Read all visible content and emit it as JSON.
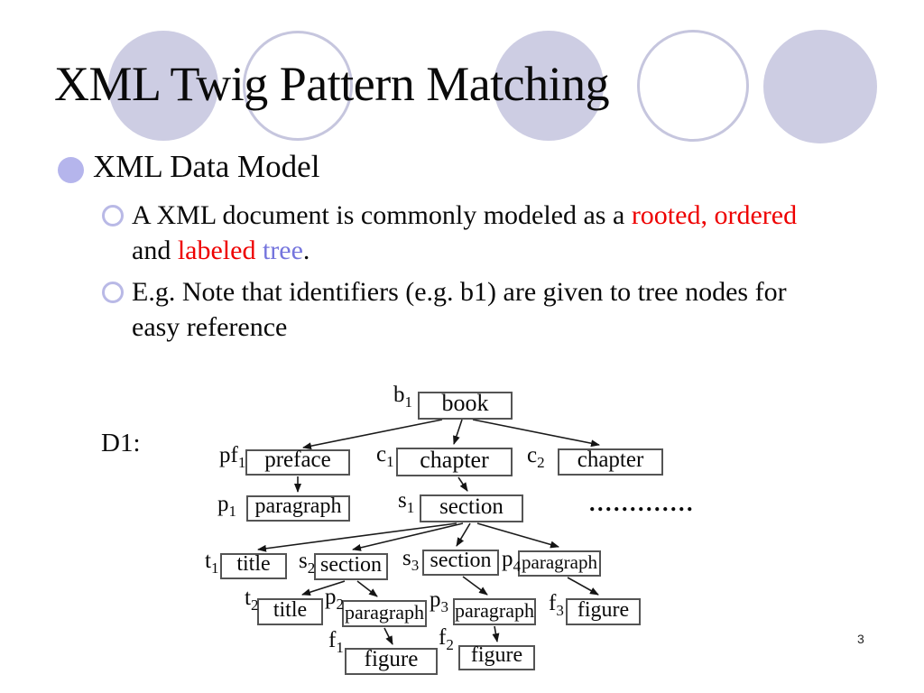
{
  "slide": {
    "title": "XML Twig Pattern Matching",
    "page_number": "3"
  },
  "colors": {
    "accent_fill": "#cdcde3",
    "accent_outline": "#c6c6de",
    "bullet_fill": "#b5b5ec",
    "bullet_outline": "#b9b9e6",
    "red": "#ee0000",
    "blue": "#7575dd"
  },
  "bullets": {
    "heading": "XML Data Model",
    "item1": {
      "seg1": "A XML document is commonly modeled as a ",
      "seg2_red": "rooted,",
      "seg3": " ",
      "seg4_red": "ordered",
      "seg5": "and ",
      "seg6_red": "labeled",
      "seg7": " ",
      "seg8_blue": "tree",
      "seg9": "."
    },
    "item2": {
      "line1": "E.g. Note that identifiers (e.g. b1) are given to tree nodes for",
      "line2": "easy reference"
    }
  },
  "diagram": {
    "doc_label": "D1:",
    "ellipsis": ".............",
    "nodes": {
      "b1": {
        "id": "b",
        "sub": "1",
        "tag": "book"
      },
      "pf1": {
        "id": "pf",
        "sub": "1",
        "tag": "preface"
      },
      "c1": {
        "id": "c",
        "sub": "1",
        "tag": "chapter"
      },
      "c2": {
        "id": "c",
        "sub": "2",
        "tag": "chapter"
      },
      "p1": {
        "id": "p",
        "sub": "1",
        "tag": "paragraph"
      },
      "s1": {
        "id": "s",
        "sub": "1",
        "tag": "section"
      },
      "t1": {
        "id": "t",
        "sub": "1",
        "tag": "title"
      },
      "s2": {
        "id": "s",
        "sub": "2",
        "tag": "section"
      },
      "s3": {
        "id": "s",
        "sub": "3",
        "tag": "section"
      },
      "p4": {
        "id": "p",
        "sub": "4",
        "tag": "paragraph"
      },
      "t2": {
        "id": "t",
        "sub": "2",
        "tag": "title"
      },
      "p2": {
        "id": "p",
        "sub": "2",
        "tag": "paragraph"
      },
      "p3": {
        "id": "p",
        "sub": "3",
        "tag": "paragraph"
      },
      "f3": {
        "id": "f",
        "sub": "3",
        "tag": "figure"
      },
      "f1": {
        "id": "f",
        "sub": "1",
        "tag": "figure"
      },
      "f2": {
        "id": "f",
        "sub": "2",
        "tag": "figure"
      }
    }
  }
}
